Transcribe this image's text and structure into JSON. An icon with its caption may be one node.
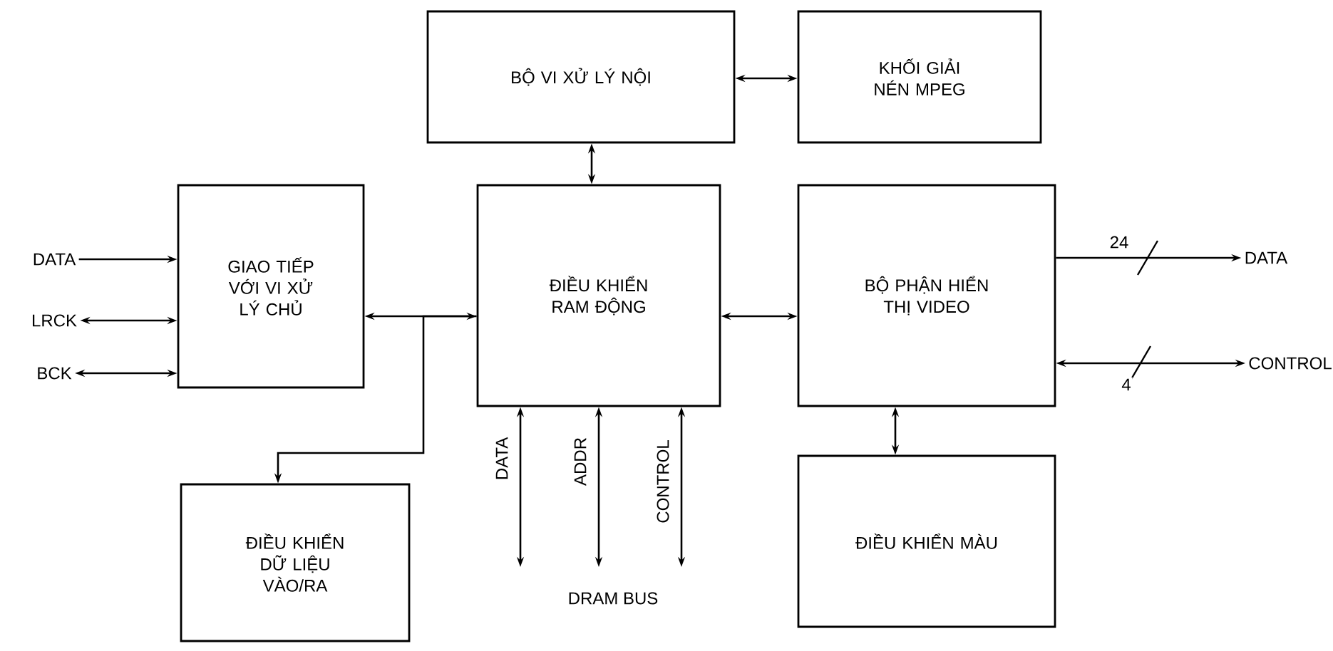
{
  "diagram": {
    "nodes": [
      {
        "text": [
          "BỘ VI XỬ LÝ NỘI"
        ]
      },
      {
        "text": [
          "KHỐI GIẢI NÉN MPEG"
        ]
      },
      {
        "text": [
          "DATA"
        ]
      },
      {
        "text": [
          "LRCK"
        ]
      },
      {
        "text": [
          "BCK"
        ]
      },
      {
        "text": [
          "GIAO TIẾP VỚI VI XỬ LÝ CHỦ"
        ]
      },
      {
        "text": [
          "ĐIỀU KHIỂN RAM ĐỘNG"
        ]
      },
      {
        "text": [
          "BỘ PHẬN HIỂN THỊ VIDEO"
        ]
      },
      {
        "text": [
          "DATA"
        ]
      },
      {
        "text": [
          "CONTROL"
        ]
      },
      {
        "text": [
          "ĐIỀU KHIỂN DỮ LIỆU VÀO/RA"
        ]
      },
      {
        "text": [
          "ĐIỀU KHIỂN MÀU"
        ]
      }
    ],
    "edges": [
      {
        "from": 0,
        "to": 1,
        "arrow": "both"
      },
      {
        "from": 0,
        "to": 6,
        "arrow": "both"
      },
      {
        "from": 2,
        "to": 5,
        "arrow": "to"
      },
      {
        "from": 3,
        "to": 5,
        "arrow": "both"
      },
      {
        "from": 4,
        "to": 5,
        "arrow": "both"
      },
      {
        "from": 5,
        "to": 6,
        "arrow": "both"
      },
      {
        "from": 6,
        "to": 10,
        "arrow": "to"
      },
      {
        "from": 6,
        "to": 7,
        "arrow": "both"
      },
      {
        "from": 7,
        "to": 8,
        "arrow": "to",
        "label": "24"
      },
      {
        "from": 7,
        "to": 9,
        "arrow": "both",
        "label": "4"
      },
      {
        "from": 7,
        "to": 11,
        "arrow": "both"
      },
      {
        "from": 6,
        "to": null,
        "arrow": "both",
        "label": "DATA"
      },
      {
        "from": 6,
        "to": null,
        "arrow": "both",
        "label": "ADDR"
      },
      {
        "from": 6,
        "to": null,
        "arrow": "both",
        "label": "CONTROL"
      }
    ],
    "labels": [
      "DRAM BUS"
    ]
  }
}
